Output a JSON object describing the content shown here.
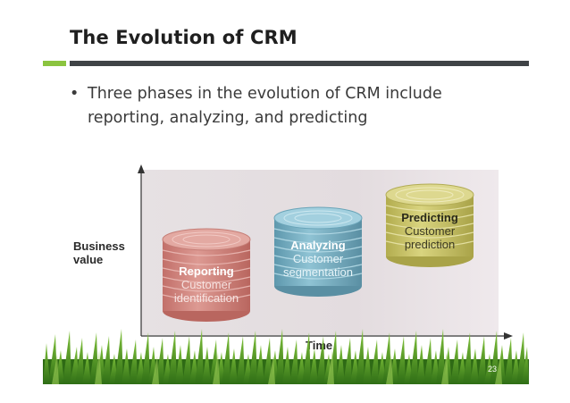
{
  "slide": {
    "title": "The Evolution of CRM",
    "bullet": "Three phases in the evolution of CRM include reporting, analyzing, and predicting",
    "page_number": "23"
  },
  "diagram": {
    "y_axis_label_line1": "Business",
    "y_axis_label_line2": "value",
    "x_axis_label": "Time",
    "phases": [
      {
        "title": "Reporting",
        "line1": "Customer",
        "line2": "identification"
      },
      {
        "title": "Analyzing",
        "line1": "Customer",
        "line2": "segmentation"
      },
      {
        "title": "Predicting",
        "line1": "Customer",
        "line2": "prediction"
      }
    ]
  },
  "colors": {
    "accent_green": "#8bc43f",
    "title_rule": "#3f4346",
    "reporting": "#d28c86",
    "analyzing": "#79b2c6",
    "predicting": "#c9c46b"
  }
}
